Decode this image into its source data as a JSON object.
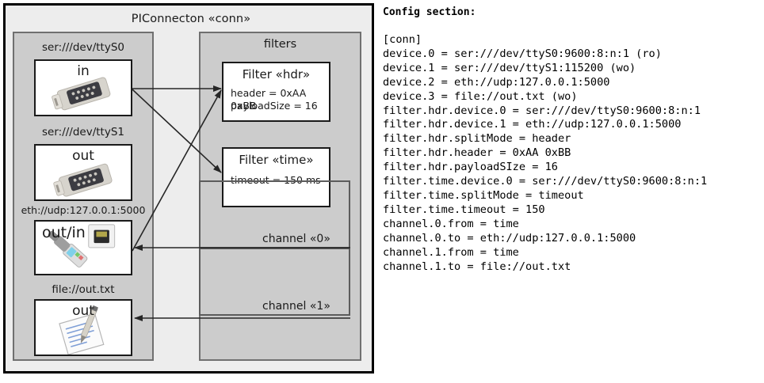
{
  "diagram": {
    "outer": {
      "title": "PIConnecton «conn»"
    },
    "groups": {
      "devices_title": "",
      "filters_title": "filters"
    },
    "devices": [
      {
        "label": "ser:///dev/ttyS0",
        "caption": "in",
        "icon": "serial-port-icon"
      },
      {
        "label": "ser:///dev/ttyS1",
        "caption": "out",
        "icon": "serial-port-icon"
      },
      {
        "label": "eth://udp:127.0.0.1:5000",
        "caption": "out/in",
        "icon": "ethernet-plug-icon"
      },
      {
        "label": "file://out.txt",
        "caption": "out",
        "icon": "text-file-icon"
      }
    ],
    "filters": [
      {
        "title": "Filter «hdr»",
        "props": [
          "header = 0xAA 0xBB",
          "payloadSize = 16"
        ]
      },
      {
        "title": "Filter «time»",
        "props": [
          "timeout = 150 ms"
        ]
      }
    ],
    "channels": [
      {
        "label": "channel «0»"
      },
      {
        "label": "channel «1»"
      }
    ]
  },
  "config": {
    "heading": "Config section:",
    "lines": [
      "[conn]",
      "device.0 = ser:///dev/ttyS0:9600:8:n:1 (ro)",
      "device.1 = ser:///dev/ttyS1:115200 (wo)",
      "device.2 = eth://udp:127.0.0.1:5000",
      "device.3 = file://out.txt (wo)",
      "filter.hdr.device.0 = ser:///dev/ttyS0:9600:8:n:1",
      "filter.hdr.device.1 = eth://udp:127.0.0.1:5000",
      "filter.hdr.splitMode = header",
      "filter.hdr.header = 0xAA 0xBB",
      "filter.hdr.payloadSIze = 16",
      "filter.time.device.0 = ser:///dev/ttyS0:9600:8:n:1",
      "filter.time.splitMode = timeout",
      "filter.time.timeout = 150",
      "channel.0.from = time",
      "channel.0.to = eth://udp:127.0.0.1:5000",
      "channel.1.from = time",
      "channel.1.to = file://out.txt"
    ]
  },
  "colors": {
    "page_bg": "#ffffff",
    "outer_bg": "#ededed",
    "group_bg": "#cccccc",
    "box_bg": "#ffffff",
    "outer_border": "#000000",
    "group_border": "#707070",
    "box_border": "#1a1a1a",
    "arrow": "#262626",
    "text": "#1a1a1a"
  }
}
